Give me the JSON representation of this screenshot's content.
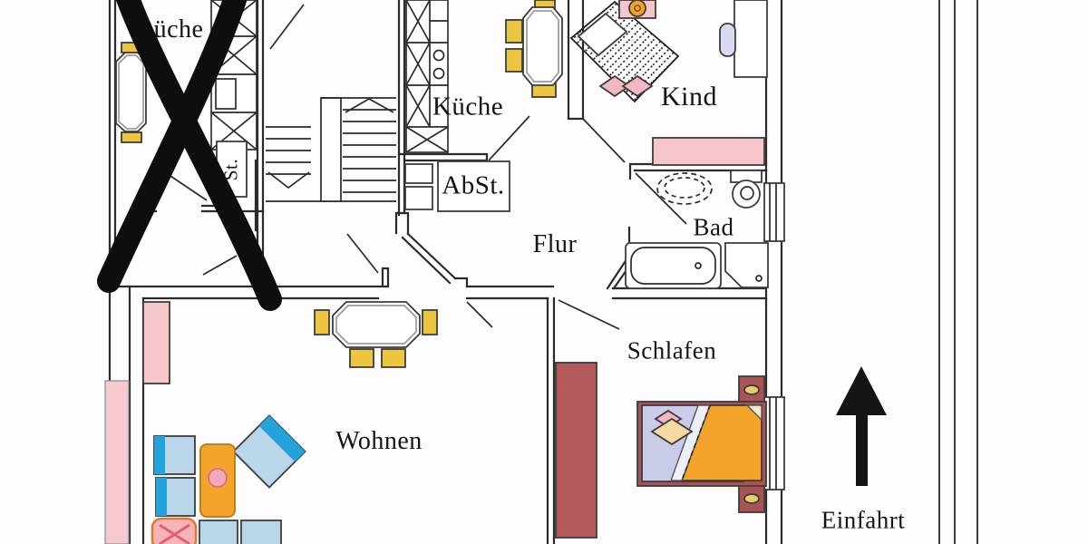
{
  "labels": {
    "neighbor_kitchen": "üche",
    "neighbor_storage": "St.",
    "kitchen": "Küche",
    "storage": "AbSt.",
    "child_room": "Kind",
    "hall": "Flur",
    "bath": "Bad",
    "bedroom": "Schlafen",
    "living_room": "Wohnen",
    "driveway": "Einfahrt"
  },
  "colors": {
    "line": "#2b2b2b",
    "cross_out": "#0e0e0e",
    "pink_furniture": "#f6c6ca",
    "light_pink": "#fadde2",
    "maroon": "#b25858",
    "bed_frame": "#a85356",
    "orange": "#f4a42a",
    "yellow": "#ecc63f",
    "light_blue": "#b9d6ea",
    "accent_blue": "#23a2dc",
    "lavender": "#d9d9ef",
    "blanket": "#c9cce9",
    "pillow_pink": "#f2b6c4",
    "pillow_cream": "#f5d9a0",
    "knob_yellow": "#e6cf6a"
  }
}
